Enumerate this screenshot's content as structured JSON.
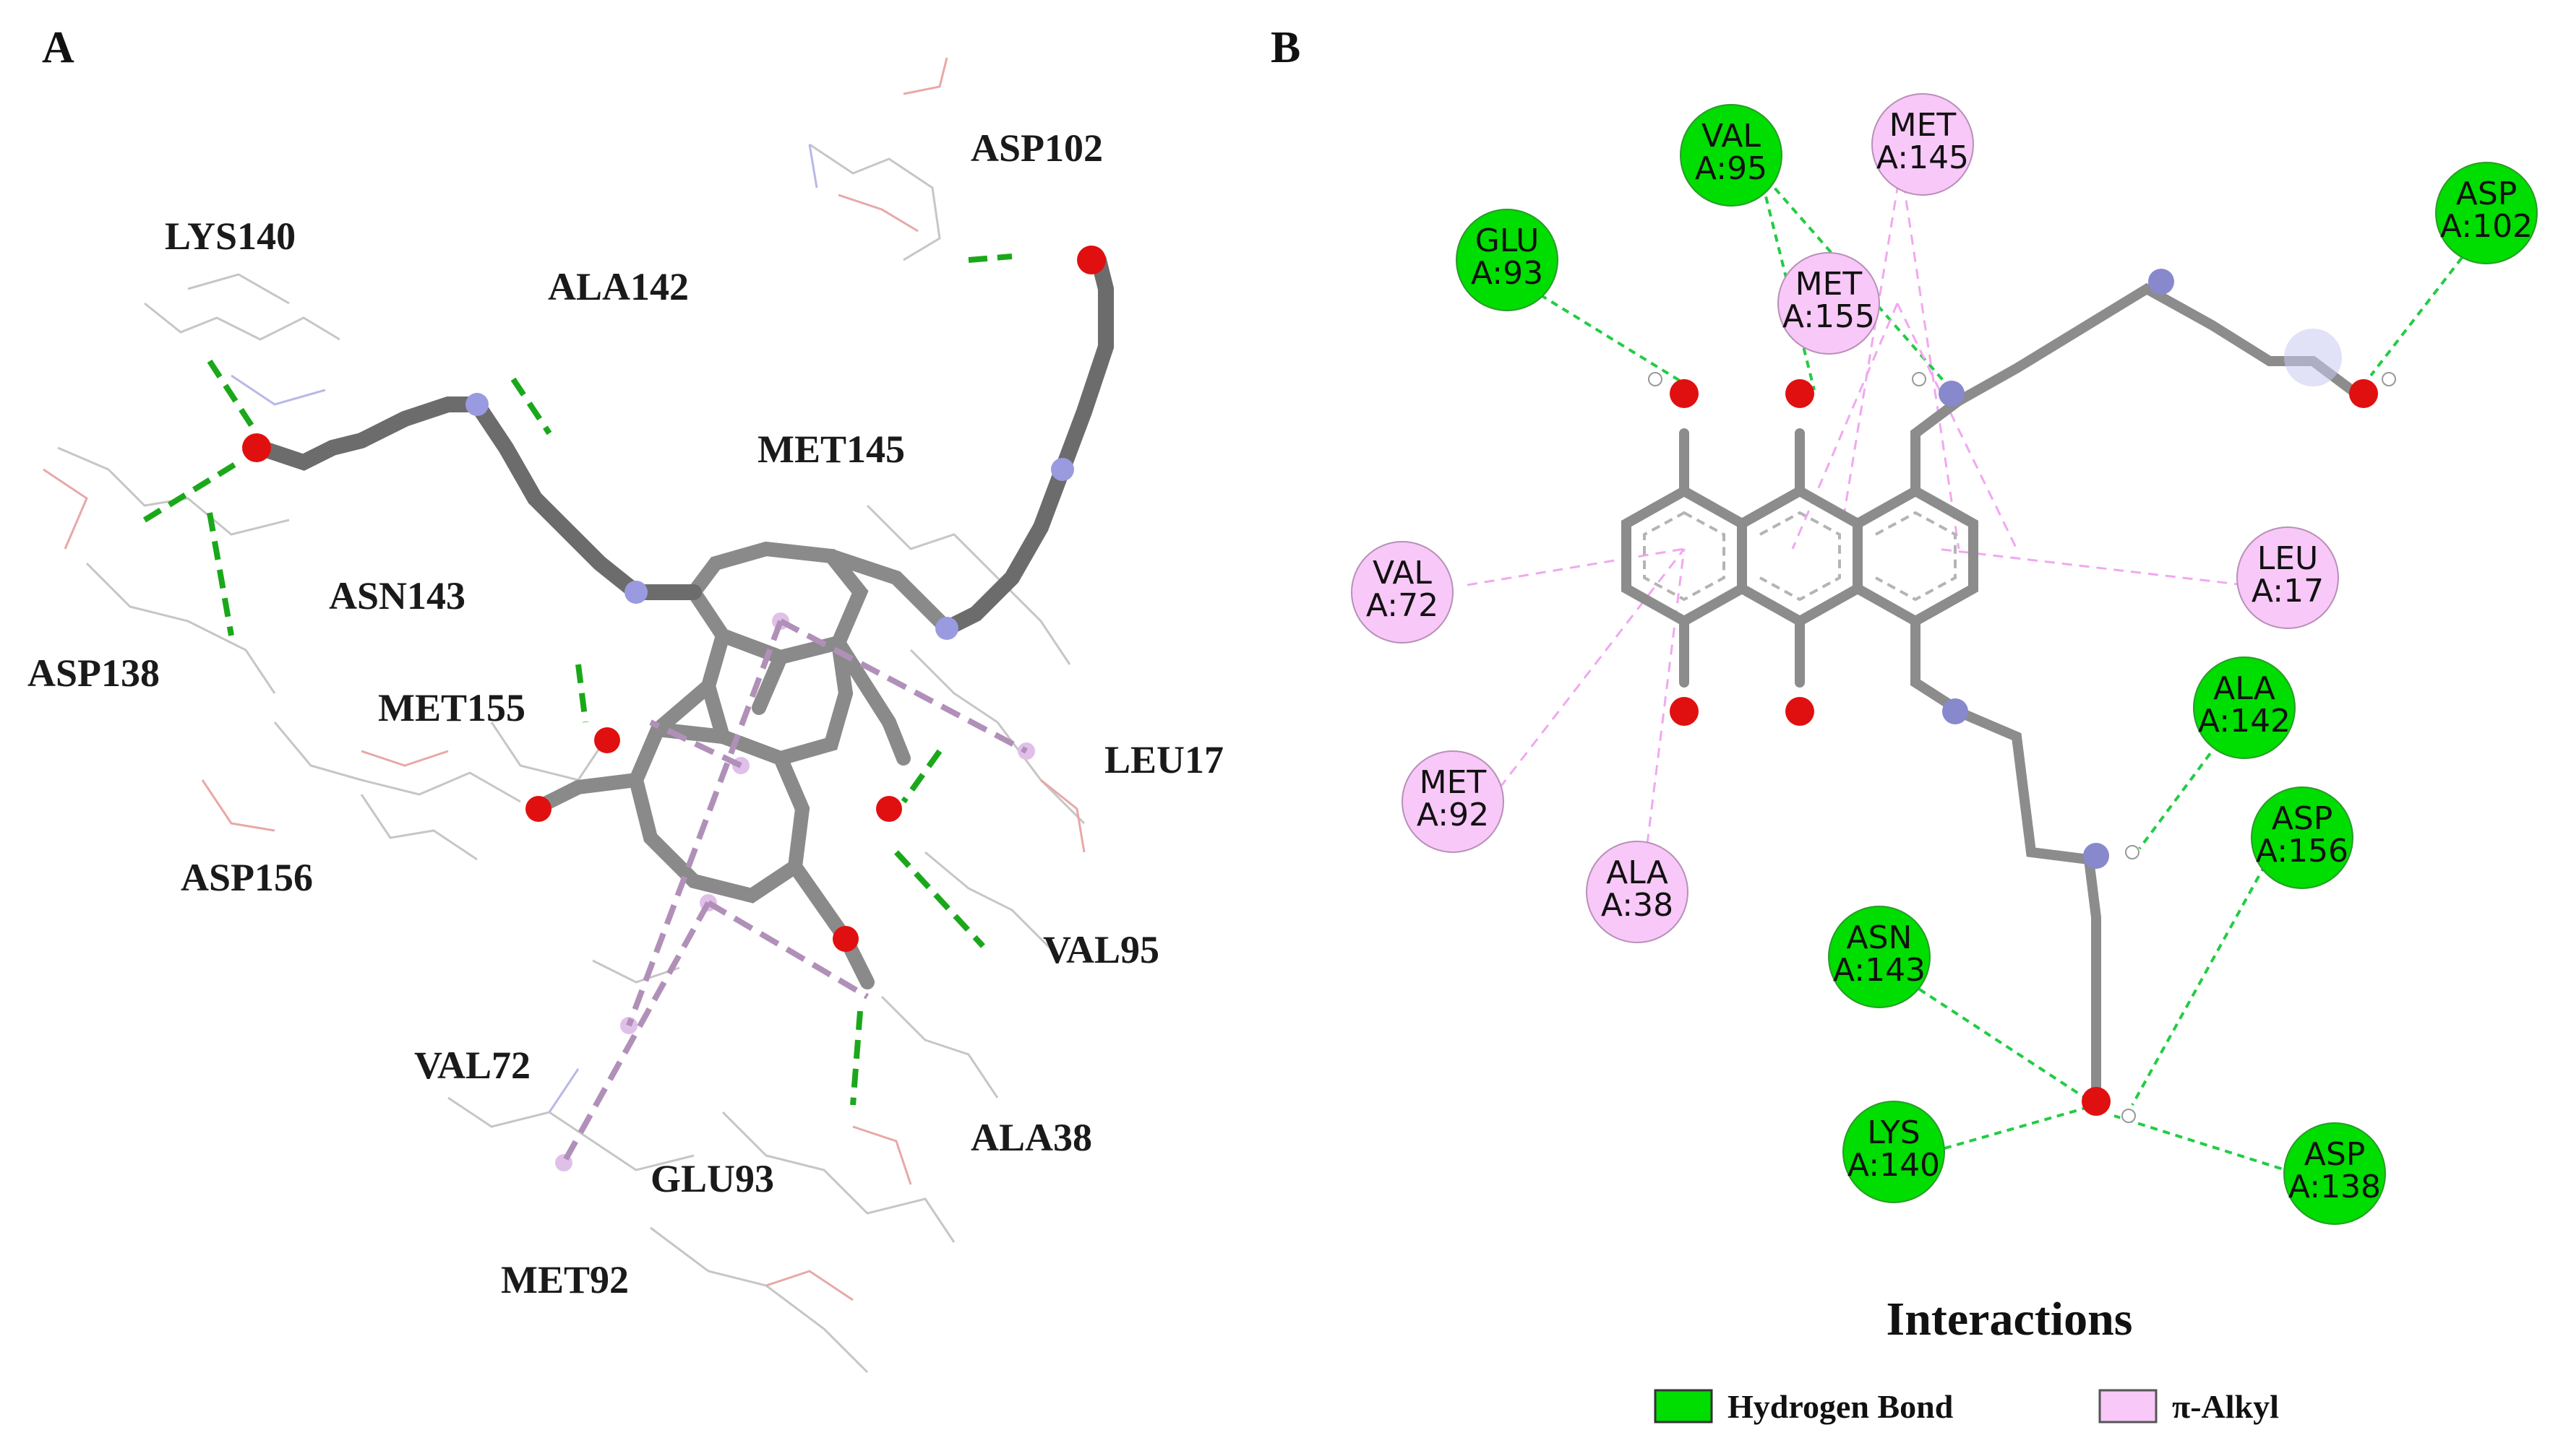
{
  "panels": {
    "a_label": "A",
    "b_label": "B"
  },
  "panel_a_residues": [
    {
      "id": "asp102",
      "label": "ASP102"
    },
    {
      "id": "lys140",
      "label": "LYS140"
    },
    {
      "id": "ala142",
      "label": "ALA142"
    },
    {
      "id": "met145",
      "label": "MET145"
    },
    {
      "id": "asn143",
      "label": "ASN143"
    },
    {
      "id": "asp138",
      "label": "ASP138"
    },
    {
      "id": "met155",
      "label": "MET155"
    },
    {
      "id": "leu17",
      "label": "LEU17"
    },
    {
      "id": "asp156",
      "label": "ASP156"
    },
    {
      "id": "val95",
      "label": "VAL95"
    },
    {
      "id": "val72",
      "label": "VAL72"
    },
    {
      "id": "ala38",
      "label": "ALA38"
    },
    {
      "id": "glu93",
      "label": "GLU93"
    },
    {
      "id": "met92",
      "label": "MET92"
    }
  ],
  "panel_b_nodes": [
    {
      "id": "val95",
      "line1": "VAL",
      "line2": "A:95",
      "type": "hydrogen_bond"
    },
    {
      "id": "met145",
      "line1": "MET",
      "line2": "A:145",
      "type": "pi_alkyl"
    },
    {
      "id": "glu93",
      "line1": "GLU",
      "line2": "A:93",
      "type": "hydrogen_bond"
    },
    {
      "id": "met155",
      "line1": "MET",
      "line2": "A:155",
      "type": "pi_alkyl"
    },
    {
      "id": "asp102",
      "line1": "ASP",
      "line2": "A:102",
      "type": "hydrogen_bond"
    },
    {
      "id": "val72",
      "line1": "VAL",
      "line2": "A:72",
      "type": "pi_alkyl"
    },
    {
      "id": "leu17",
      "line1": "LEU",
      "line2": "A:17",
      "type": "pi_alkyl"
    },
    {
      "id": "ala142",
      "line1": "ALA",
      "line2": "A:142",
      "type": "hydrogen_bond"
    },
    {
      "id": "met92",
      "line1": "MET",
      "line2": "A:92",
      "type": "pi_alkyl"
    },
    {
      "id": "asp156",
      "line1": "ASP",
      "line2": "A:156",
      "type": "hydrogen_bond"
    },
    {
      "id": "ala38",
      "line1": "ALA",
      "line2": "A:38",
      "type": "pi_alkyl"
    },
    {
      "id": "asn143",
      "line1": "ASN",
      "line2": "A:143",
      "type": "hydrogen_bond"
    },
    {
      "id": "lys140",
      "line1": "LYS",
      "line2": "A:140",
      "type": "hydrogen_bond"
    },
    {
      "id": "asp138",
      "line1": "ASP",
      "line2": "A:138",
      "type": "hydrogen_bond"
    }
  ],
  "colors": {
    "hydrogen_bond": "#00dd00",
    "pi_alkyl": "#f8c8f8",
    "oxygen": "#e01010",
    "nitrogen": "#8888cc",
    "carbon": "#8c8c8c",
    "hydrogen": "#ffffff"
  },
  "legend": {
    "title": "Interactions",
    "items": [
      {
        "label": "Hydrogen Bond",
        "color": "#00dd00"
      },
      {
        "label": "π-Alkyl",
        "color": "#f8c8f8"
      }
    ]
  }
}
